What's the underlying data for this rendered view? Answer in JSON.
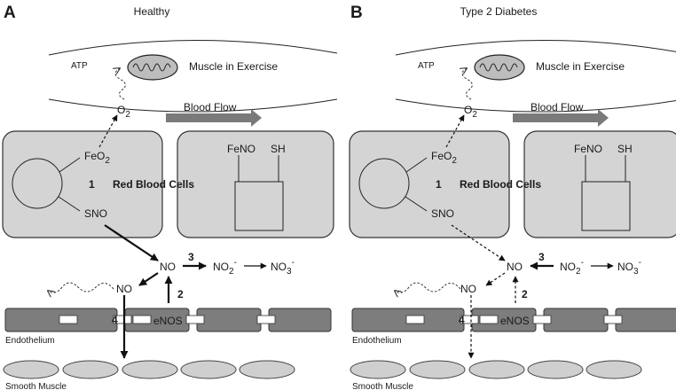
{
  "panels": [
    {
      "letter": "A",
      "title": "Healthy",
      "atp": "ATP",
      "o2": "O",
      "o2_sub": "2",
      "muscle_label": "Muscle in Exercise",
      "blood_flow": "Blood Flow",
      "feo2": "FeO",
      "feo2_sub": "2",
      "sno": "SNO",
      "cell_number": "1",
      "rbc_label": "Red Blood Cells",
      "feno": "FeNO",
      "sh": "SH",
      "no_main": "NO",
      "no_left": "NO",
      "no2": "NO",
      "no2_sub": "2",
      "no2_sup": "-",
      "no3": "NO",
      "no3_sub": "3",
      "no3_sup": "-",
      "num2": "2",
      "num3": "3",
      "num4": "4",
      "enos": "eNOS",
      "endothelium": "Endothelium",
      "smooth_muscle": "Smooth Muscle"
    },
    {
      "letter": "B",
      "title": "Type 2 Diabetes",
      "atp": "ATP",
      "o2": "O",
      "o2_sub": "2",
      "muscle_label": "Muscle in Exercise",
      "blood_flow": "Blood Flow",
      "feo2": "FeO",
      "feo2_sub": "2",
      "sno": "SNO",
      "cell_number": "1",
      "rbc_label": "Red Blood Cells",
      "feno": "FeNO",
      "sh": "SH",
      "no_main": "NO",
      "no_left": "NO",
      "no2": "NO",
      "no2_sub": "2",
      "no2_sup": "-",
      "no3": "NO",
      "no3_sub": "3",
      "no3_sup": "-",
      "num2": "2",
      "num3": "3",
      "num4": "4",
      "enos": "eNOS",
      "endothelium": "Endothelium",
      "smooth_muscle": "Smooth Muscle"
    }
  ],
  "colors": {
    "cell_fill": "#d4d4d4",
    "endothelium_fill": "#7d7d7d",
    "blood_flow_arrow": "#7a7a7a",
    "smooth_muscle_fill": "#cfcfcf"
  }
}
